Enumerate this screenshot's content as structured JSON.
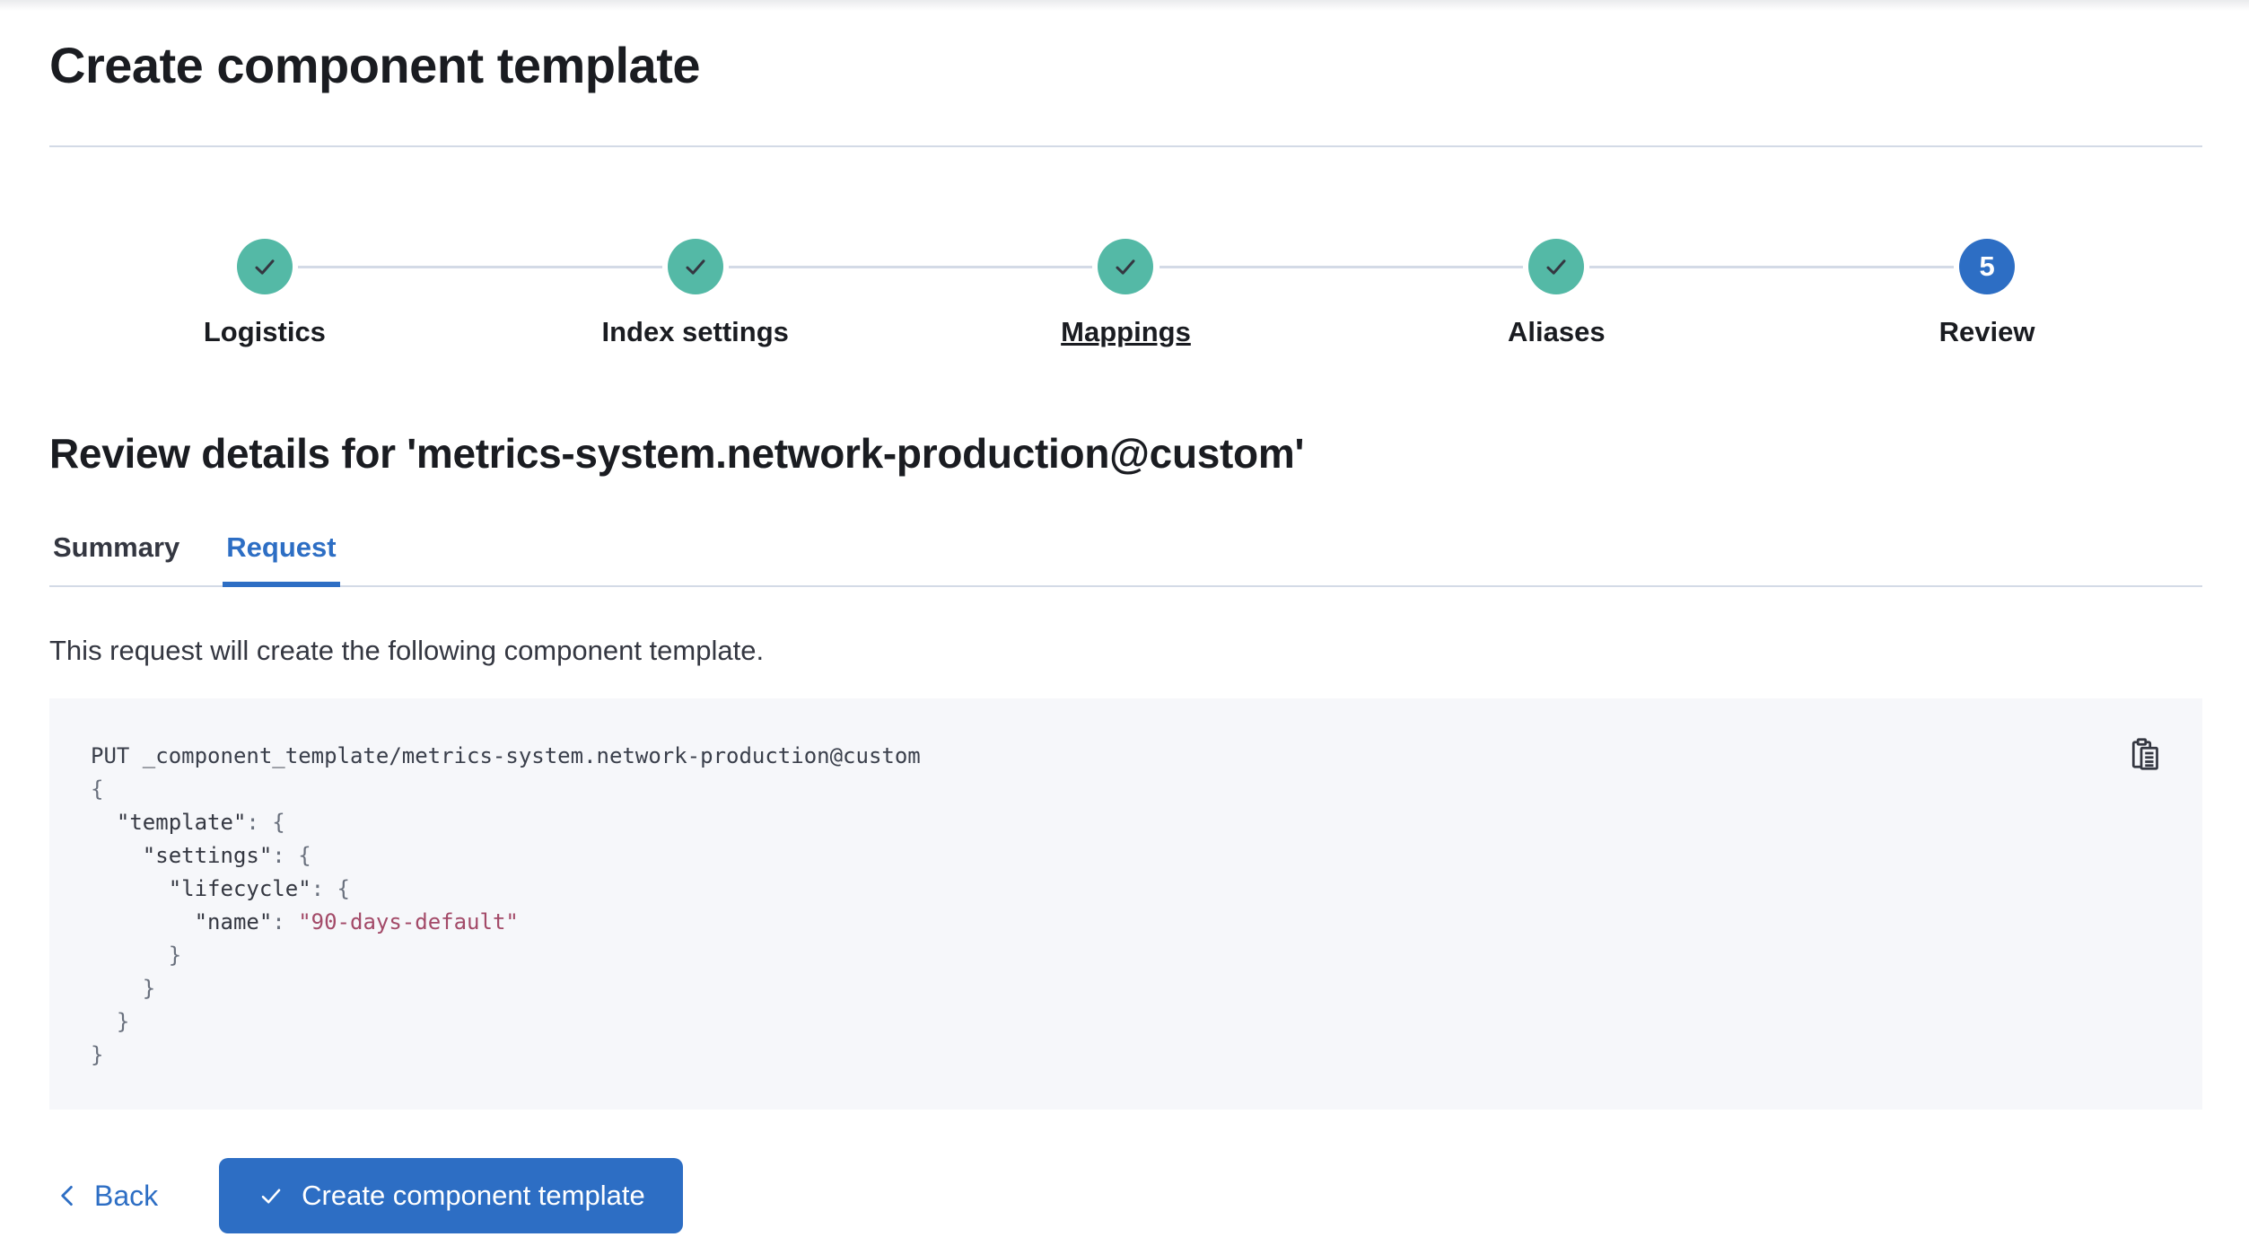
{
  "colors": {
    "teal": "#54B9A6",
    "blue": "#2D6EC4",
    "line": "#D3DAE6",
    "code_bg": "#F6F7FA",
    "code_string": "#A34A68"
  },
  "header": {
    "title": "Create component template"
  },
  "steps": [
    {
      "label": "Logistics",
      "status": "complete",
      "icon": "check-icon"
    },
    {
      "label": "Index settings",
      "status": "complete",
      "icon": "check-icon"
    },
    {
      "label": "Mappings",
      "status": "complete",
      "icon": "check-icon",
      "underlined": true
    },
    {
      "label": "Aliases",
      "status": "complete",
      "icon": "check-icon"
    },
    {
      "label": "Review",
      "status": "current",
      "number": "5"
    }
  ],
  "review": {
    "heading": "Review details for 'metrics-system.network-production@custom'",
    "tabs": [
      {
        "id": "summary",
        "label": "Summary",
        "active": false
      },
      {
        "id": "request",
        "label": "Request",
        "active": true
      }
    ],
    "description": "This request will create the following component template."
  },
  "code_block": {
    "copy_icon": "copy-clipboard-icon",
    "lines": [
      [
        {
          "c": "plain",
          "t": "PUT _component_template/metrics-system.network-production@custom"
        }
      ],
      [
        {
          "c": "punct",
          "t": "{"
        }
      ],
      [
        {
          "c": "plain",
          "t": "  "
        },
        {
          "c": "key",
          "t": "\"template\""
        },
        {
          "c": "punct",
          "t": ": {"
        }
      ],
      [
        {
          "c": "plain",
          "t": "    "
        },
        {
          "c": "key",
          "t": "\"settings\""
        },
        {
          "c": "punct",
          "t": ": {"
        }
      ],
      [
        {
          "c": "plain",
          "t": "      "
        },
        {
          "c": "key",
          "t": "\"lifecycle\""
        },
        {
          "c": "punct",
          "t": ": {"
        }
      ],
      [
        {
          "c": "plain",
          "t": "        "
        },
        {
          "c": "key",
          "t": "\"name\""
        },
        {
          "c": "punct",
          "t": ": "
        },
        {
          "c": "string",
          "t": "\"90-days-default\""
        }
      ],
      [
        {
          "c": "punct",
          "t": "      }"
        }
      ],
      [
        {
          "c": "punct",
          "t": "    }"
        }
      ],
      [
        {
          "c": "punct",
          "t": "  }"
        }
      ],
      [
        {
          "c": "punct",
          "t": "}"
        }
      ]
    ]
  },
  "footer": {
    "back_label": "Back",
    "create_label": "Create component template"
  }
}
